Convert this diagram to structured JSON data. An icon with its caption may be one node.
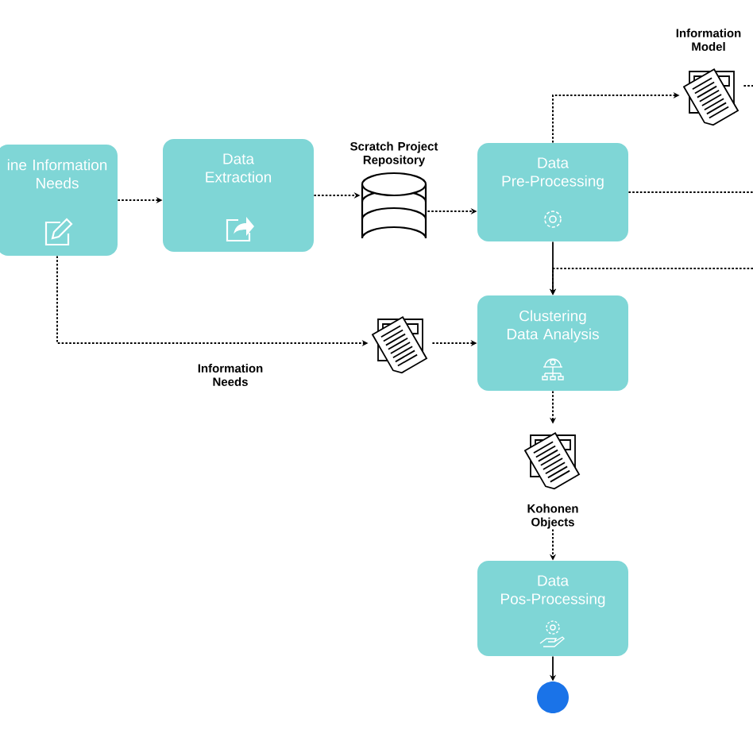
{
  "diagram": {
    "nodes": [
      {
        "text": [
          "ine Information Needs"
        ]
      },
      {
        "text": [
          "Data Extraction"
        ]
      },
      {
        "text": [],
        "shape": "cylinder",
        "beside": [
          "Scratch Project Repository"
        ]
      },
      {
        "text": [
          "Data Pre-Processing"
        ]
      },
      {
        "text": [],
        "shape": "document",
        "beside": [
          "Information Model"
        ]
      },
      {
        "text": [],
        "shape": "document"
      },
      {
        "text": [
          "Clustering Data Analysis"
        ]
      },
      {
        "text": [],
        "shape": "document",
        "beside": [
          "Kohonen Objects"
        ]
      },
      {
        "text": [
          "Data Pos-Processing"
        ]
      },
      {
        "text": [],
        "shape": "circle"
      }
    ],
    "edges": [
      {
        "from": 0,
        "to": 1,
        "arrow": "to",
        "style": "dashed"
      },
      {
        "from": 1,
        "to": 2,
        "arrow": "to",
        "style": "dashed"
      },
      {
        "from": 2,
        "to": 3,
        "arrow": "to",
        "style": "dashed"
      },
      {
        "from": 3,
        "to": 4,
        "arrow": "to",
        "style": "dashed"
      },
      {
        "from": 4,
        "to": null,
        "arrow": "none",
        "style": "dashed"
      },
      {
        "from": 3,
        "to": null,
        "arrow": "none",
        "style": "dashed"
      },
      {
        "from": null,
        "to": 6,
        "arrow": "to",
        "style": "dashed"
      },
      {
        "from": 3,
        "to": 6,
        "arrow": "to"
      },
      {
        "from": 0,
        "to": 5,
        "arrow": "to",
        "style": "dashed",
        "label": "Information Needs"
      },
      {
        "from": 5,
        "to": 6,
        "arrow": "to",
        "style": "dashed"
      },
      {
        "from": 6,
        "to": 7,
        "arrow": "to",
        "style": "dashed"
      },
      {
        "from": 7,
        "to": 8,
        "arrow": "to",
        "style": "dashed"
      },
      {
        "from": 8,
        "to": 9,
        "arrow": "to"
      }
    ]
  }
}
